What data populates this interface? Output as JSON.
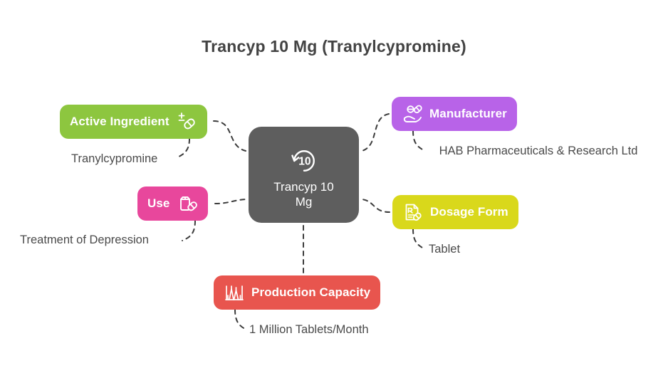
{
  "page": {
    "title": "Trancyp 10 Mg (Tranylcypromine)",
    "background_color": "#ffffff",
    "title_color": "#434343"
  },
  "center": {
    "label": "Trancyp 10\nMg",
    "label_line1": "Trancyp 10",
    "label_line2": "Mg",
    "icon": "rotate-10-icon",
    "icon_number": "10",
    "color": "#5e5e5e"
  },
  "branches": [
    {
      "id": "active-ingredient",
      "label": "Active Ingredient",
      "value": "Tranylcypromine",
      "color": "#8dc63f",
      "icon": "capsule-plus-minus-icon",
      "icon_side": "right"
    },
    {
      "id": "use",
      "label": "Use",
      "value": "Treatment of Depression",
      "color": "#e8479c",
      "icon": "medicine-box-pill-icon",
      "icon_side": "right"
    },
    {
      "id": "manufacturer",
      "label": "Manufacturer",
      "value": "HAB Pharmaceuticals & Research Ltd",
      "color": "#b863e8",
      "icon": "hand-holding-pills-icon",
      "icon_side": "left"
    },
    {
      "id": "dosage-form",
      "label": "Dosage Form",
      "value": "Tablet",
      "color": "#d9d81b",
      "icon": "prescription-rx-document-icon",
      "icon_side": "left"
    },
    {
      "id": "production-capacity",
      "label": "Production Capacity",
      "value": "1 Million Tablets/Month",
      "color": "#e8554e",
      "icon": "factory-icon",
      "icon_side": "left"
    }
  ],
  "connector": {
    "style": "dashed",
    "color": "#3c3c3c"
  }
}
